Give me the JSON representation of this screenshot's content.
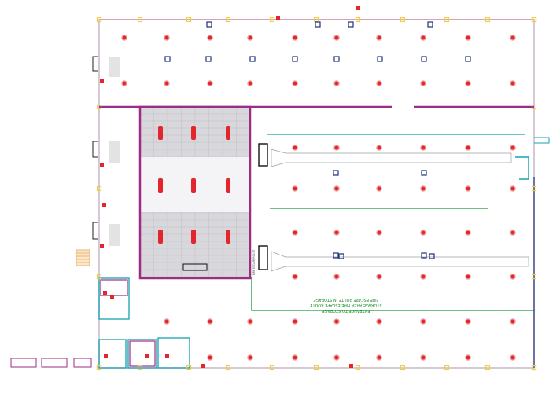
{
  "colors": {
    "wall": "#9b2d86",
    "outline": "#c9b7c9",
    "sprinkler": "#e3262b",
    "sprinkler_ring": "#f0a0a0",
    "equipment": "#1f2f7a",
    "green_line": "#1a9a3a",
    "cyan_line": "#16a0b4",
    "storage_fill": "#d8d8dc",
    "storage_grid": "#bfbfc6",
    "conveyor": "#9aa0a6",
    "pillar": "#f0d04a",
    "stair": "#e8a860"
  },
  "icons": {
    "sprinkler": "sprinkler-head-icon",
    "extinguisher": "fire-extinguisher-icon",
    "hose": "fire-hose-icon",
    "alarm": "fire-alarm-icon",
    "panel": "fire-panel-icon"
  },
  "notes": {
    "green_lines": [
      "ENTRANCE TO STORAGE",
      "STORAGE AREA FIRE ESCAPE ROUTE",
      "FIRE ESCAPE ROUTE IN STORAGE"
    ],
    "vertical_label": "FIRE ESCAPE ROUTE"
  }
}
